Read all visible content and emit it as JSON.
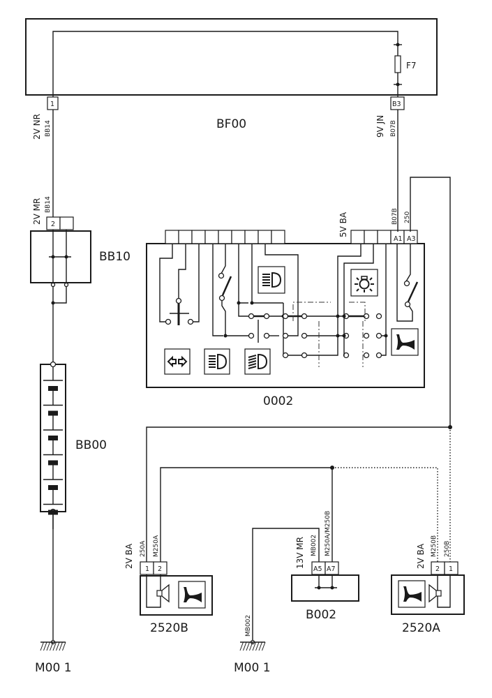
{
  "diagram": {
    "type": "automotive-wiring-schematic",
    "components": {
      "fuse_box": {
        "id": "BF00",
        "fuse": "F7"
      },
      "interconnect": {
        "id": "BB10"
      },
      "battery": {
        "id": "BB00"
      },
      "switch_unit": {
        "id": "0002"
      },
      "horn_b": {
        "id": "2520B"
      },
      "horn_a": {
        "id": "2520A"
      },
      "junction": {
        "id": "B002"
      },
      "ground_left": {
        "id": "M00 1"
      },
      "ground_mid": {
        "id": "M00 1"
      }
    },
    "connectors": {
      "bf00_pin1": {
        "pin": "1",
        "conn": "2V NR",
        "wire": "BB14"
      },
      "bf00_b3": {
        "pin": "B3",
        "conn": "9V JN",
        "wire": "B07B"
      },
      "bb10_pin2": {
        "pin": "2",
        "conn": "2V MR",
        "wire": "BB14"
      },
      "s0002": {
        "conn": "5V BA",
        "pin_a1": "A1",
        "pin_a3": "A3",
        "wire_a1": "B07B",
        "wire_a3": "250"
      },
      "horn_b": {
        "conn": "2V BA",
        "pin1": "1",
        "pin2": "2",
        "wire1": "250A",
        "wire2": "M250A"
      },
      "b002": {
        "conn": "13V MR",
        "pin_a5": "A5",
        "pin_a7": "A7",
        "wire_a5": "MB002",
        "wire_a7": "M250A/M250B"
      },
      "horn_a": {
        "conn": "2V BA",
        "pin2": "2",
        "pin1": "1",
        "wire2": "M250B",
        "wire1": "250B"
      },
      "ground_mid_wire": "MB002"
    },
    "icons": [
      "direction-indicator-icon",
      "headlamp-dipped-icon",
      "headlamp-main-icon",
      "headlamp-icon",
      "side-light-icon",
      "horn-icon"
    ]
  }
}
